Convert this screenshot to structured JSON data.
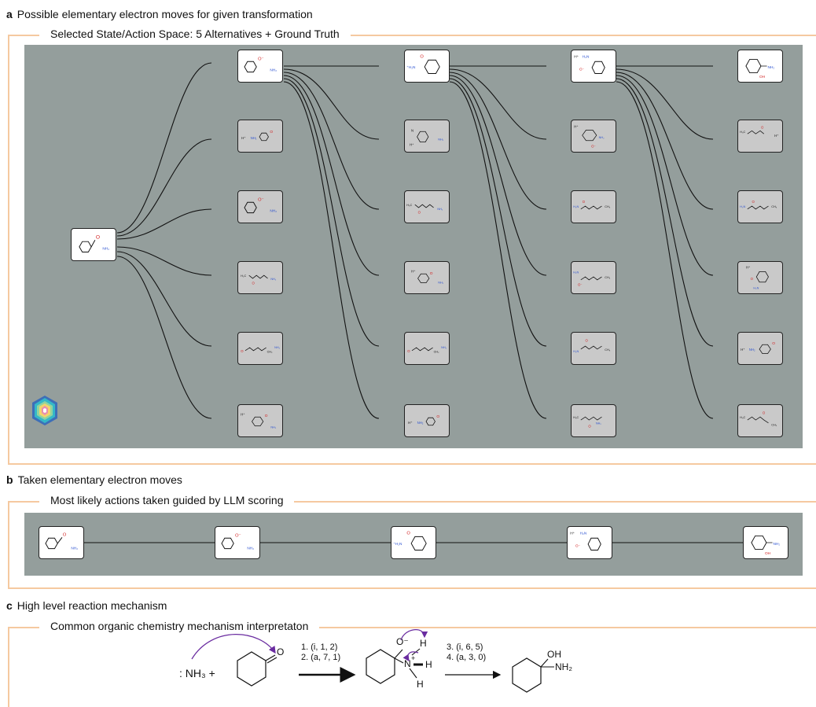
{
  "panel_a": {
    "letter": "a",
    "title": "Possible elementary electron moves for given transformation",
    "subtitle": "Selected State/Action Space: 5 Alternatives + Ground Truth",
    "start": {
      "l1": "O",
      "l2": "NH₂"
    },
    "columns": [
      {
        "main": {
          "a": "O⁻",
          "b": "NH₂"
        },
        "alts": [
          {
            "a": "H⁺",
            "b": "NH₂",
            "c": "O"
          },
          {
            "a": "O⁻",
            "b": "NH₂"
          },
          {
            "a": "H₂C",
            "b": "O",
            "c": "NH₂"
          },
          {
            "a": "O",
            "b": "CH₂",
            "c": "NH₂"
          },
          {
            "a": "H⁺",
            "b": "O",
            "c": "NH₂"
          }
        ]
      },
      {
        "main": {
          "a": "O",
          "b": "⁺H₂N"
        },
        "alts": [
          {
            "a": "N",
            "b": "H⁺",
            "c": "NH₂"
          },
          {
            "a": "H₃C",
            "b": "O",
            "c": "NH₂"
          },
          {
            "a": "H⁺",
            "b": "O",
            "c": "NH₂"
          },
          {
            "a": "O",
            "b": "CH₂",
            "c": "NH₂"
          },
          {
            "a": "H⁺",
            "b": "NH₂",
            "c": "O"
          }
        ]
      },
      {
        "main": {
          "a": "H⁺",
          "b": "H₂N",
          "c": "O⁻"
        },
        "alts": [
          {
            "a": "H⁺",
            "b": "NH₂",
            "c": "O⁻"
          },
          {
            "a": "H₂N",
            "b": "O",
            "c": "CH₃"
          },
          {
            "a": "H₂N",
            "b": "O⁻",
            "c": "CH₃"
          },
          {
            "a": "O",
            "b": "H₂N",
            "c": "CH₃"
          },
          {
            "a": "H₃C",
            "b": "O",
            "c": "NH₂"
          }
        ]
      },
      {
        "main": {
          "a": "NH₂",
          "b": "OH"
        },
        "alts": [
          {
            "a": "H₃C",
            "b": "O",
            "c": "H⁺"
          },
          {
            "a": "H₂N",
            "b": "O",
            "c": "CH₃"
          },
          {
            "a": "H⁺",
            "b": "O",
            "c": "H₂N"
          },
          {
            "a": "H⁺",
            "b": "NH₂",
            "c": "O"
          },
          {
            "a": "H₃C",
            "b": "O",
            "c": "CH₃"
          }
        ]
      }
    ]
  },
  "panel_b": {
    "letter": "b",
    "title": "Taken  elementary electron moves",
    "subtitle": "Most likely actions taken guided by LLM scoring",
    "nodes": [
      {
        "a": "O",
        "b": "NH₂"
      },
      {
        "a": "O⁻",
        "b": "NH₂"
      },
      {
        "a": "O",
        "b": "⁺H₂N"
      },
      {
        "a": "H⁺",
        "b": "H₂N",
        "c": "O⁻"
      },
      {
        "a": "NH₂",
        "b": "OH"
      }
    ]
  },
  "panel_c": {
    "letter": "c",
    "title": "High level reaction mechanism",
    "subtitle": "Common organic chemistry mechanism interpretaton",
    "reagent": ": NH₃ +",
    "ketone_o": "O",
    "step1": [
      "1. (i, 1, 2)",
      "2. (a, 7, 1)"
    ],
    "step2": [
      "3. (i, 6, 5)",
      "4. (a, 3, 0)"
    ],
    "inter": {
      "o": "O⁻",
      "n": "N",
      "plus": "+",
      "h1": "H",
      "h2": "H",
      "h3": "H"
    },
    "product": {
      "oh": "OH",
      "nh2": "NH₂"
    }
  }
}
